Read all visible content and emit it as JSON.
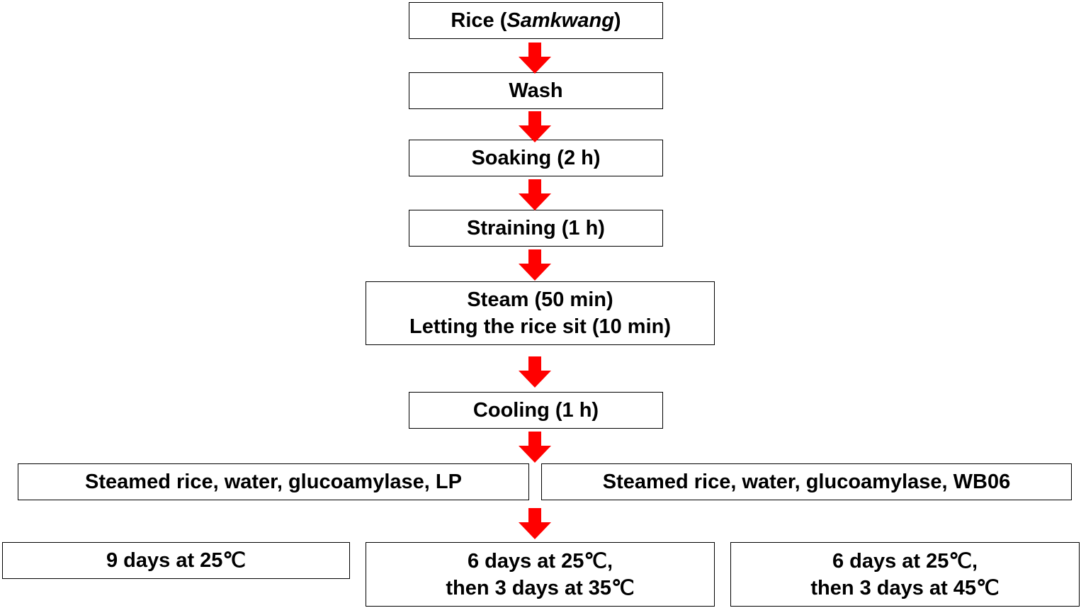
{
  "colors": {
    "arrow": "#ff0000",
    "border": "#000000",
    "text": "#000000",
    "background": "#ffffff"
  },
  "steps": {
    "rice": {
      "prefix": "Rice (",
      "variety": "Samkwang",
      "suffix": ")"
    },
    "wash": "Wash",
    "soaking": "Soaking (2 h)",
    "straining": "Straining (1 h)",
    "steam": {
      "line1": "Steam (50 min)",
      "line2": "Letting the rice sit (10 min)"
    },
    "cooling": "Cooling (1 h)"
  },
  "mixtures": {
    "lp": "Steamed rice, water, glucoamylase, LP",
    "wb06": "Steamed rice, water, glucoamylase, WB06"
  },
  "conditions": {
    "c1": {
      "line1": "9 days at 25℃"
    },
    "c2": {
      "line1": "6 days at 25℃,",
      "line2": "then 3 days at 35℃"
    },
    "c3": {
      "line1": "6 days at 25℃,",
      "line2": "then 3 days at 45℃"
    }
  },
  "icons": {
    "flow_arrow": "down-arrow-icon"
  }
}
